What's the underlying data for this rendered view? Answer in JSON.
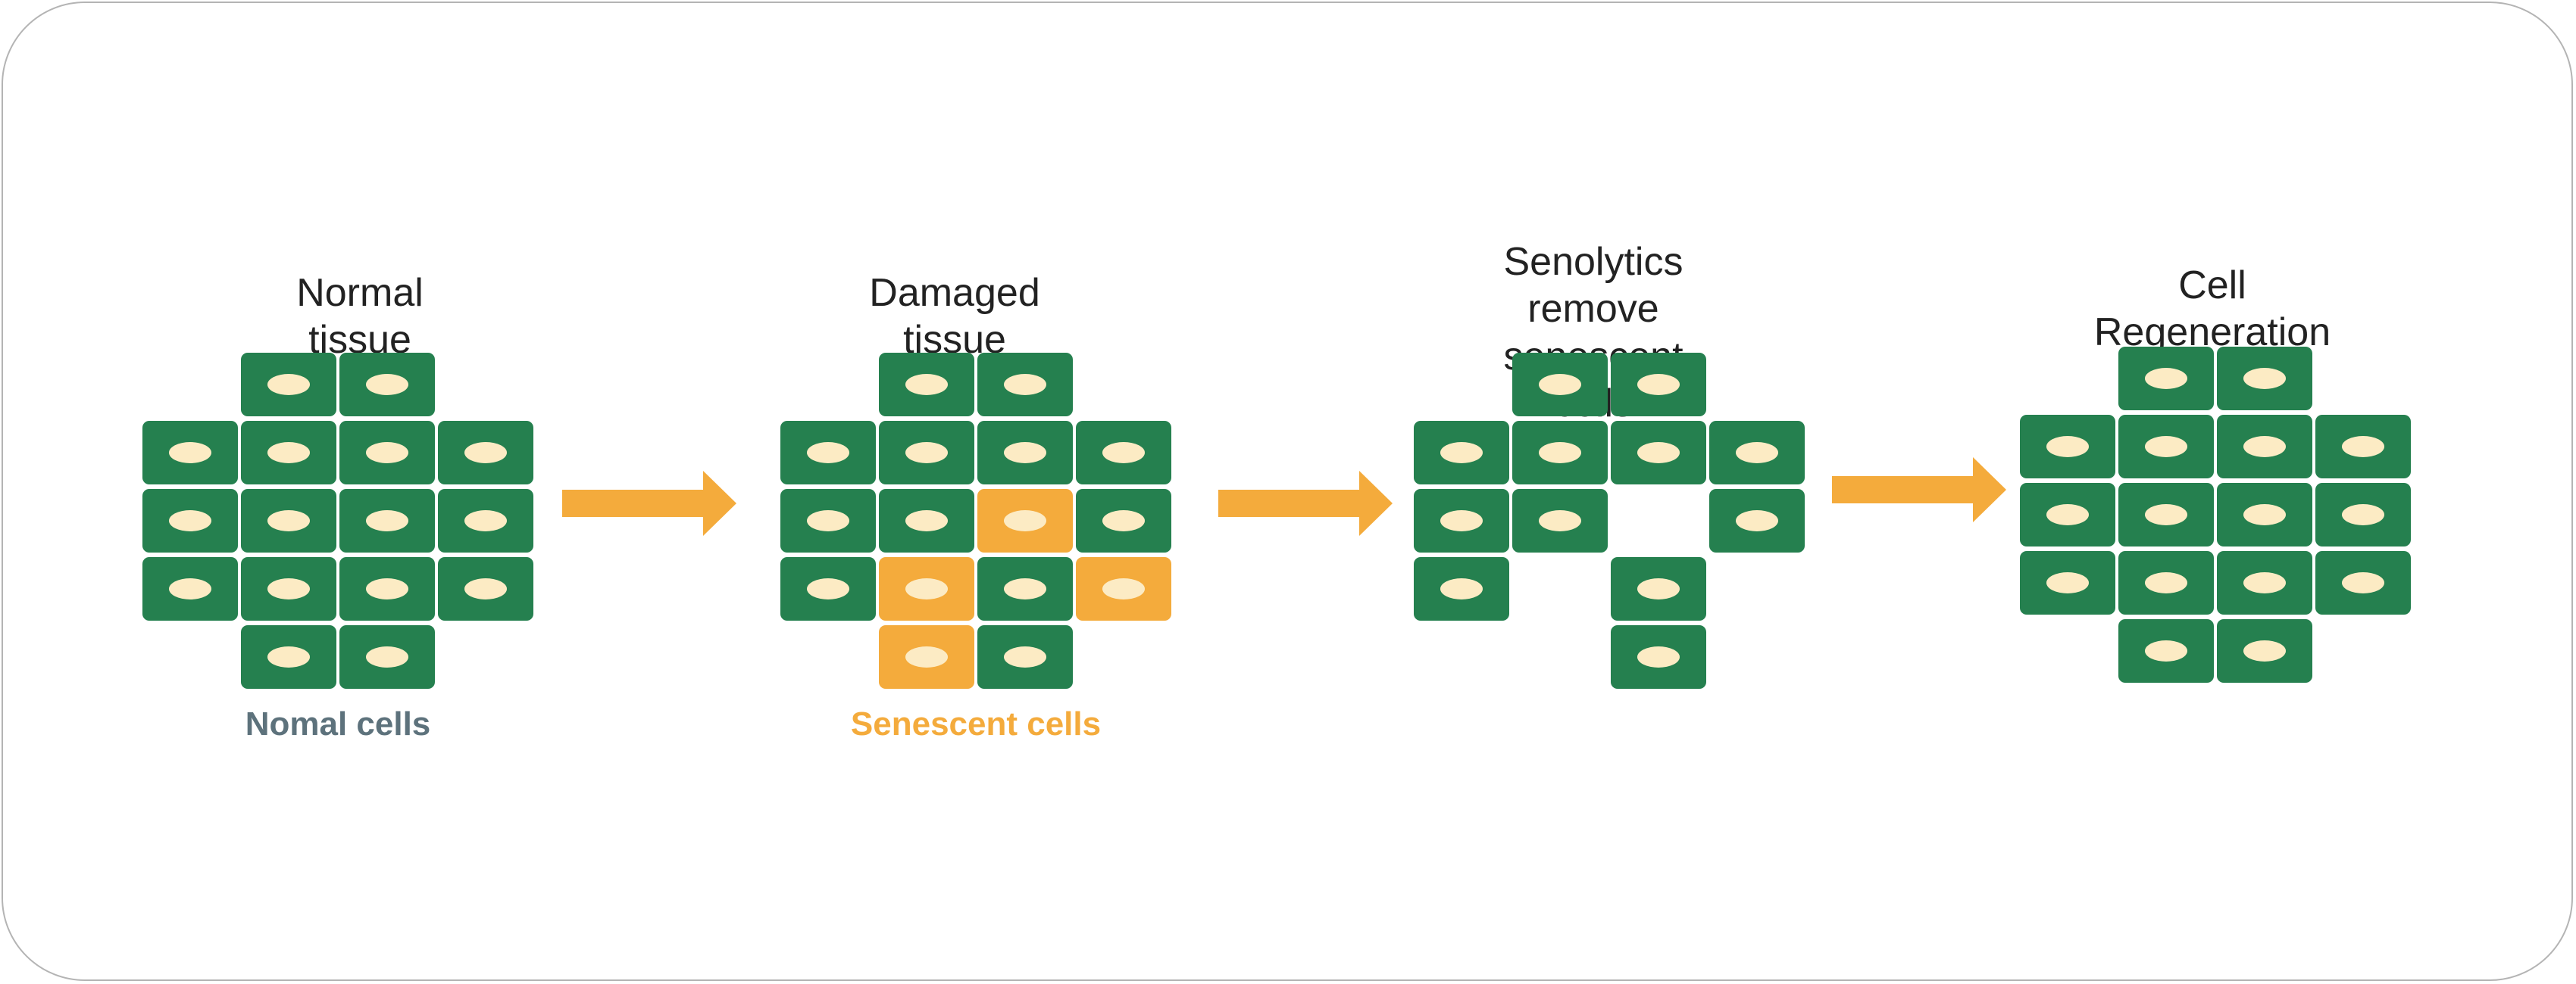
{
  "colors": {
    "normal_cell": "#25804f",
    "senescent_cell": "#f4ab3c",
    "nucleus": "#fcebc4",
    "arrow": "#f4ab3c",
    "caption_normal": "#5d727c",
    "caption_senescent": "#f4ab3c",
    "title": "#222222"
  },
  "panels": [
    {
      "title": "Normal tissue",
      "caption": "Nomal cells",
      "caption_color": "#5d727c",
      "cells": [
        [
          null,
          "n",
          "n",
          null
        ],
        [
          "n",
          "n",
          "n",
          "n"
        ],
        [
          "n",
          "n",
          "n",
          "n"
        ],
        [
          "n",
          "n",
          "n",
          "n"
        ],
        [
          null,
          "n",
          "n",
          null
        ]
      ]
    },
    {
      "title": "Damaged tissue",
      "caption": "Senescent cells",
      "caption_color": "#f4ab3c",
      "cells": [
        [
          null,
          "n",
          "n",
          null
        ],
        [
          "n",
          "n",
          "n",
          "n"
        ],
        [
          "n",
          "n",
          "s",
          "n"
        ],
        [
          "n",
          "s",
          "n",
          "s"
        ],
        [
          null,
          "s",
          "n",
          null
        ]
      ]
    },
    {
      "title": "Senolytics remove\nsenescent cells",
      "caption": "",
      "cells": [
        [
          null,
          "n",
          "n",
          null
        ],
        [
          "n",
          "n",
          "n",
          "n"
        ],
        [
          "n",
          "n",
          null,
          "n"
        ],
        [
          "n",
          null,
          "n",
          null
        ],
        [
          null,
          null,
          "n",
          null
        ]
      ]
    },
    {
      "title": "Cell Regeneration",
      "caption": "",
      "cells": [
        [
          null,
          "n",
          "n",
          null
        ],
        [
          "n",
          "n",
          "n",
          "n"
        ],
        [
          "n",
          "n",
          "n",
          "n"
        ],
        [
          "n",
          "n",
          "n",
          "n"
        ],
        [
          null,
          "n",
          "n",
          null
        ]
      ]
    }
  ],
  "arrows": [
    {
      "from": "Normal tissue",
      "to": "Damaged tissue"
    },
    {
      "from": "Damaged tissue",
      "to": "Senolytics remove senescent cells"
    },
    {
      "from": "Senolytics remove senescent cells",
      "to": "Cell Regeneration"
    }
  ]
}
